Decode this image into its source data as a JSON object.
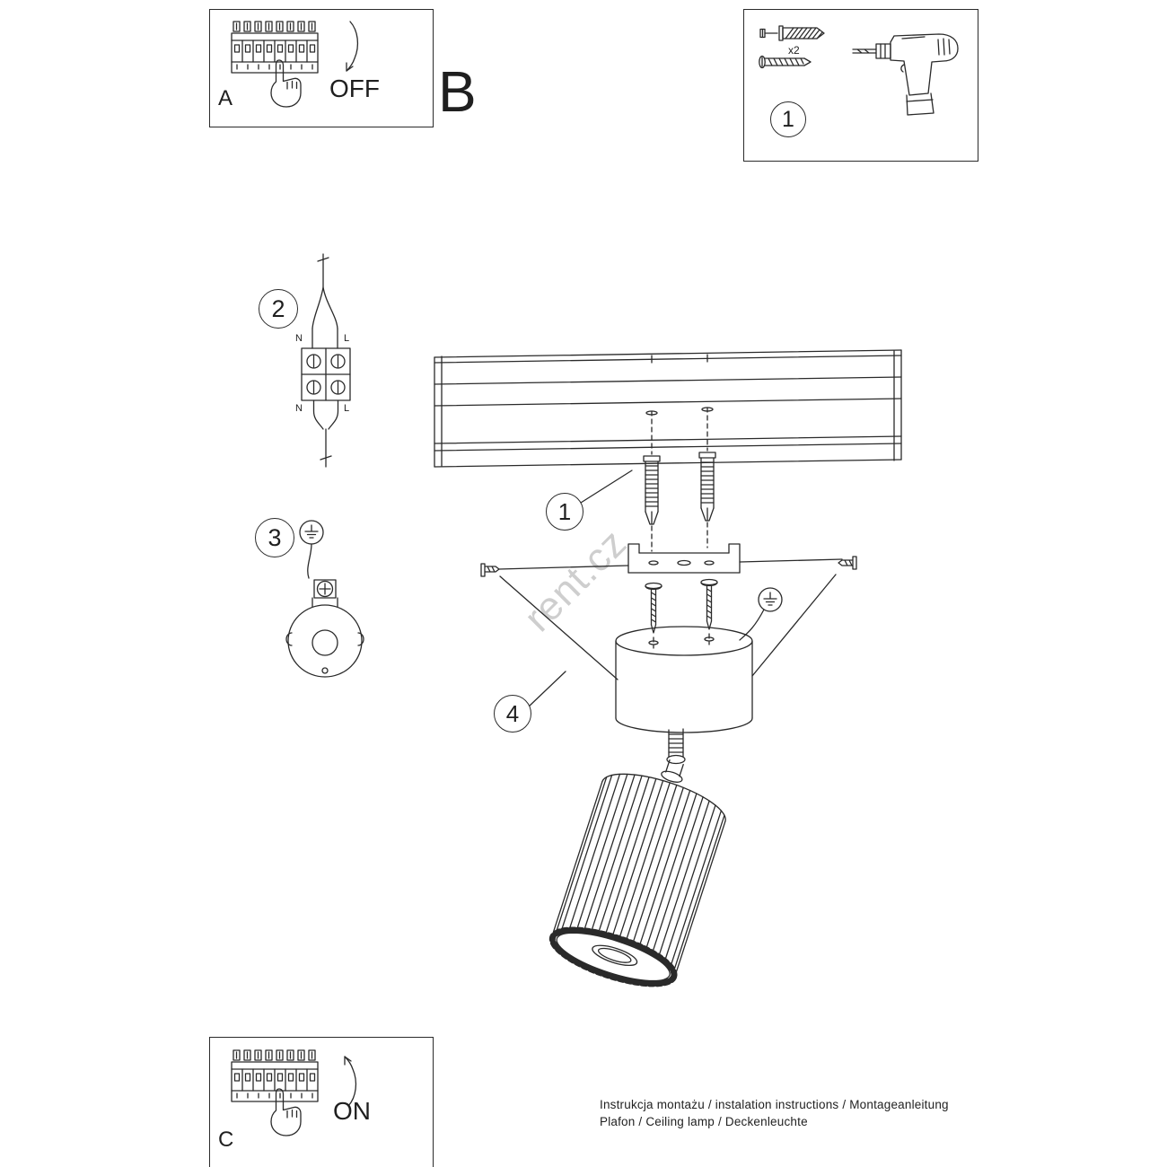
{
  "colors": {
    "ink": "#2a2a2a",
    "watermark": "#c3c3c3",
    "background": "#ffffff"
  },
  "panel_a": {
    "label": "A",
    "switch_action": "OFF"
  },
  "section_b": {
    "label": "B"
  },
  "tools_panel": {
    "step_number": "1",
    "anchor_quantity": "x2"
  },
  "steps": {
    "step1": "1",
    "step2": "2",
    "step3": "3",
    "step4": "4"
  },
  "wiring_labels": {
    "top_left": "N",
    "top_right": "L",
    "bottom_left": "N",
    "bottom_right": "L"
  },
  "panel_c": {
    "label": "C",
    "switch_action": "ON"
  },
  "footer": {
    "line1": "Instrukcja montażu / instalation instructions / Montageanleitung",
    "line2": "Plafon / Ceiling lamp / Deckenleuchte"
  },
  "watermark": "rent.cz"
}
